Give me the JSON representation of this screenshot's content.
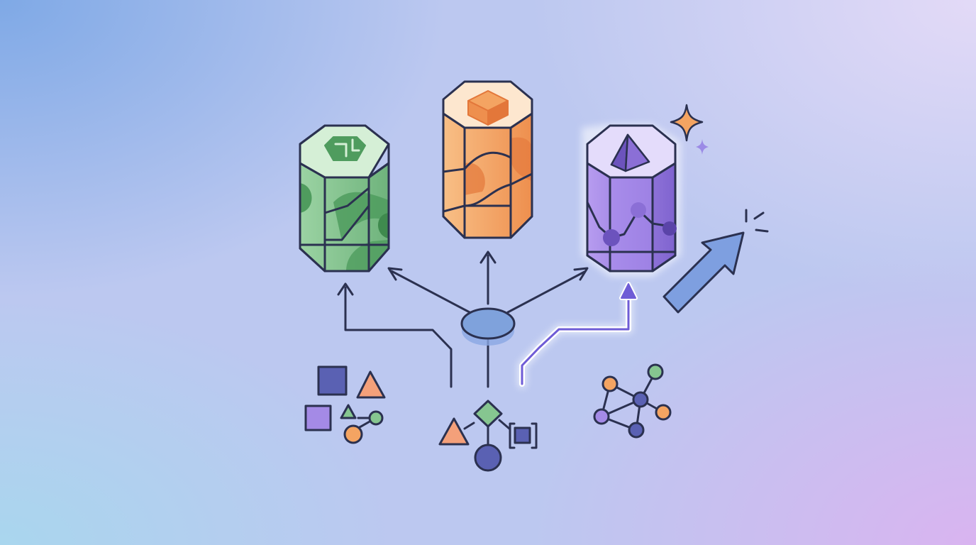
{
  "illustration": {
    "theme": "routing-to-specialized-models",
    "colors": {
      "outline": "#2b3150",
      "green_top": "#d5efd6",
      "green_body": "#86c690",
      "green_dark": "#4f9c5e",
      "orange_top": "#fde7cf",
      "orange_body": "#f4a462",
      "orange_dark": "#e3773a",
      "purple_top": "#e4dcfb",
      "purple_body": "#9a7ee0",
      "purple_dark": "#6c53bd",
      "hub": "#7fa2dc",
      "accent_arrow": "#7e9fe0",
      "sparkle_orange": "#f4a462",
      "sparkle_purple": "#9b8ae6",
      "route_glow": "#6f5cd6"
    },
    "pillars": [
      {
        "name": "green-pillar",
        "top_icon": "cube-outline-icon"
      },
      {
        "name": "orange-pillar",
        "top_icon": "cube-icon"
      },
      {
        "name": "purple-pillar",
        "top_icon": "pyramid-icon",
        "highlighted": true
      }
    ],
    "input_groups": [
      {
        "name": "shapes-cluster-left",
        "icons": [
          "square-icon",
          "triangle-icon",
          "square-icon",
          "triangle-icon",
          "node-link-icon"
        ]
      },
      {
        "name": "shapes-cluster-center",
        "icons": [
          "triangle-icon",
          "diamond-icon",
          "circle-icon",
          "bracket-square-icon"
        ]
      },
      {
        "name": "graph-cluster-right",
        "icons": [
          "network-graph-icon"
        ]
      }
    ],
    "decor": [
      "sparkle-icon",
      "upward-arrow-icon",
      "hub-node-icon"
    ]
  }
}
